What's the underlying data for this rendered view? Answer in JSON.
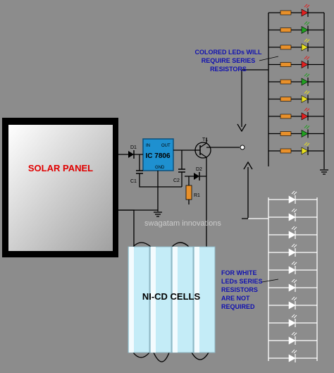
{
  "labels": {
    "solar_panel": "SOLAR PANEL",
    "regulator": "IC 7806",
    "pin_in": "IN",
    "pin_out": "OUT",
    "pin_gnd": "GND",
    "d1": "D1",
    "d2": "D2",
    "c1": "C1",
    "c2": "C2",
    "r1": "R1",
    "t1": "T1",
    "cells": "NI-CD CELLS",
    "watermark": "swagatam innovations"
  },
  "notes": {
    "colored": [
      "COLORED LEDs WILL",
      "REQUIRE SERIES",
      "RESISTORS"
    ],
    "white": [
      "FOR WHITE",
      "LEDs SERIES",
      "RESISTORS",
      "ARE NOT",
      "REQUIRED"
    ]
  },
  "colored_leds": [
    "#e02020",
    "#20a020",
    "#e8e020",
    "#e02020",
    "#20a020",
    "#e8e020",
    "#e02020",
    "#20a020",
    "#e8e020"
  ],
  "white_led_count": 10,
  "colors": {
    "background": "#8c8c8c",
    "regulator": "#1e90d0",
    "resistor": "#e8902a",
    "cell": "#c4ecf7",
    "label_red": "#e00000",
    "note_blue": "#1010b0"
  }
}
